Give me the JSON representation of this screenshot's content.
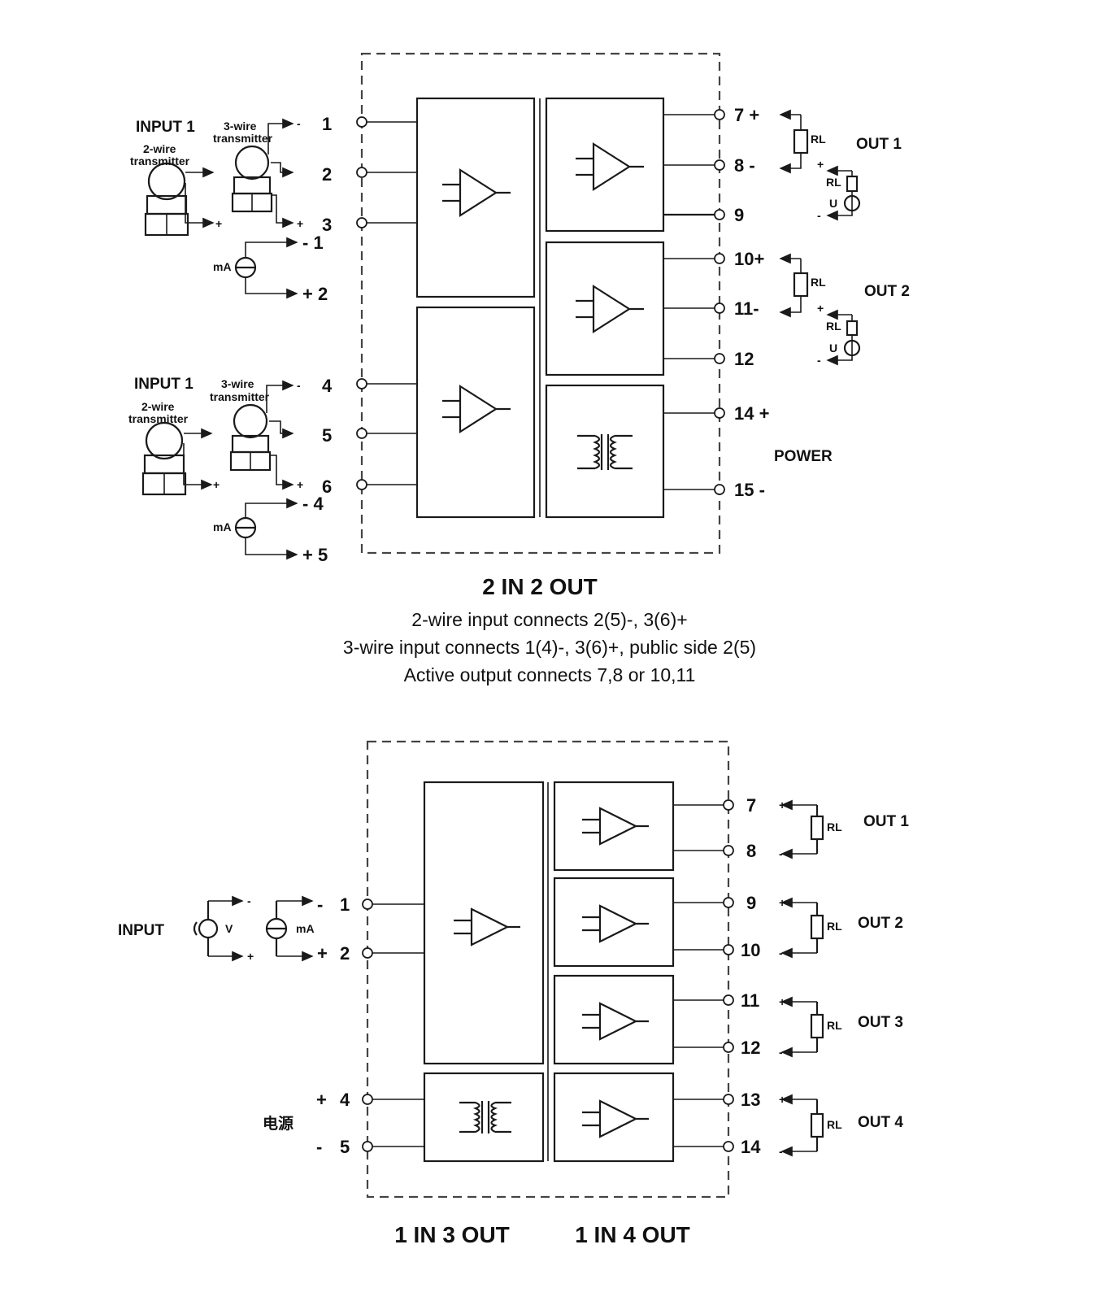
{
  "top": {
    "input_labels": [
      "INPUT 1",
      "INPUT 1"
    ],
    "two_wire": [
      "2-wire",
      "transmitter"
    ],
    "three_wire": [
      "3-wire",
      "transmitter"
    ],
    "ma": "mA",
    "in_terms": [
      "1",
      "2",
      "3",
      "4",
      "5",
      "6"
    ],
    "ma_terms": [
      "- 1",
      "+ 2",
      "- 4",
      "+ 5"
    ],
    "out_terms": [
      "7 +",
      "8 -",
      "9",
      "10+",
      "11-",
      "12",
      "14 +",
      "15 -"
    ],
    "rl": "RL",
    "u": "U",
    "out_labels": [
      "OUT 1",
      "OUT 2"
    ],
    "power": "POWER",
    "title": "2 IN 2 OUT",
    "notes": [
      "2-wire input connects 2(5)-, 3(6)+",
      "3-wire input connects 1(4)-, 3(6)+, public side 2(5)",
      "Active output connects 7,8 or 10,11"
    ]
  },
  "bottom": {
    "input_label": "INPUT",
    "v": "V",
    "ma": "mA",
    "in_terms": [
      "1",
      "2"
    ],
    "power_terms": [
      "4",
      "5"
    ],
    "power_label": "电源",
    "out_terms": [
      "7",
      "8",
      "9",
      "10",
      "11",
      "12",
      "13",
      "14"
    ],
    "rl": "RL",
    "out_labels": [
      "OUT 1",
      "OUT 2",
      "OUT 3",
      "OUT 4"
    ],
    "captions": [
      "1 IN 3 OUT",
      "1 IN 4 OUT"
    ]
  }
}
